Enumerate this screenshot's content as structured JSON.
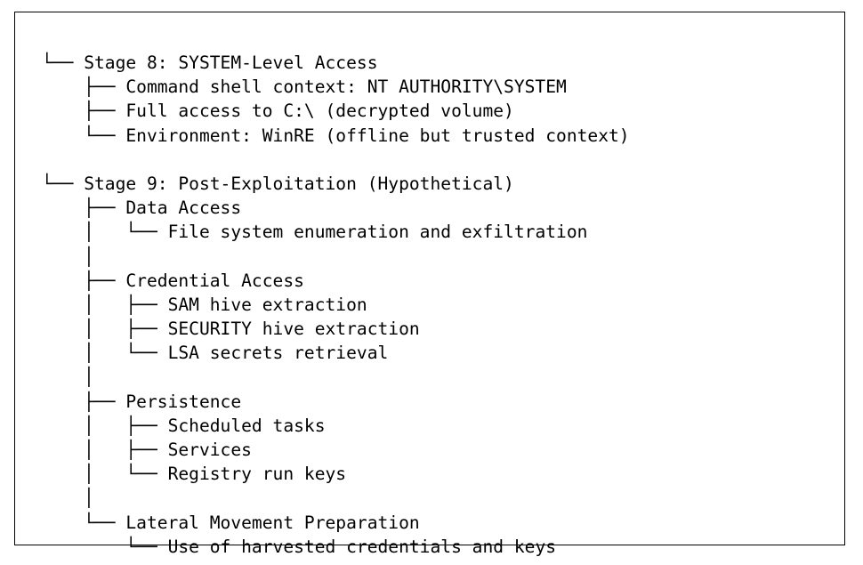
{
  "lines": [
    {
      "prefix": "└── ",
      "label": "Stage 8: SYSTEM-Level Access"
    },
    {
      "prefix": "    ├── ",
      "label": "Command shell context: NT AUTHORITY\\SYSTEM"
    },
    {
      "prefix": "    ├── ",
      "label": "Full access to C:\\ (decrypted volume)"
    },
    {
      "prefix": "    └── ",
      "label": "Environment: WinRE (offline but trusted context)"
    },
    {
      "prefix": "",
      "label": ""
    },
    {
      "prefix": "└── ",
      "label": "Stage 9: Post-Exploitation (Hypothetical)"
    },
    {
      "prefix": "    ├── ",
      "label": "Data Access"
    },
    {
      "prefix": "    │   └── ",
      "label": "File system enumeration and exfiltration"
    },
    {
      "prefix": "    │",
      "label": ""
    },
    {
      "prefix": "    ├── ",
      "label": "Credential Access"
    },
    {
      "prefix": "    │   ├── ",
      "label": "SAM hive extraction"
    },
    {
      "prefix": "    │   ├── ",
      "label": "SECURITY hive extraction"
    },
    {
      "prefix": "    │   └── ",
      "label": "LSA secrets retrieval"
    },
    {
      "prefix": "    │",
      "label": ""
    },
    {
      "prefix": "    ├── ",
      "label": "Persistence"
    },
    {
      "prefix": "    │   ├── ",
      "label": "Scheduled tasks"
    },
    {
      "prefix": "    │   ├── ",
      "label": "Services"
    },
    {
      "prefix": "    │   └── ",
      "label": "Registry run keys"
    },
    {
      "prefix": "    │",
      "label": ""
    },
    {
      "prefix": "    └── ",
      "label": "Lateral Movement Preparation"
    },
    {
      "prefix": "        └── ",
      "label": "Use of harvested credentials and keys"
    }
  ]
}
